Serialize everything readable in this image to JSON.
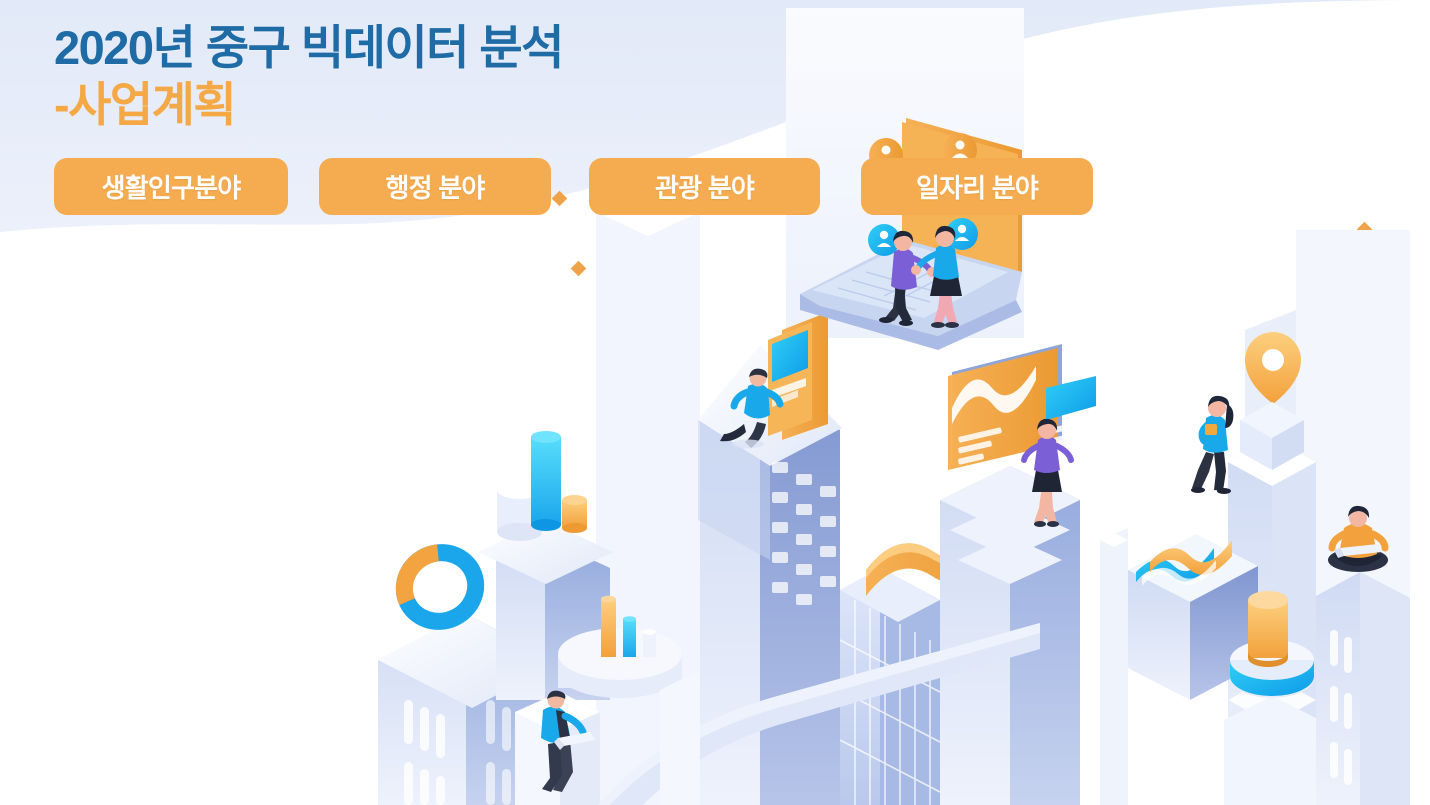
{
  "header": {
    "title_line1": "2020년 중구 빅데이터 분석",
    "title_line2": "-사업계획",
    "title_color": "#1f6ba6",
    "subtitle_color": "#f5a846"
  },
  "tabs": [
    {
      "label": "생활인구분야",
      "name": "tab-living-population"
    },
    {
      "label": "행정 분야",
      "name": "tab-administration"
    },
    {
      "label": "관광 분야",
      "name": "tab-tourism"
    },
    {
      "label": "일자리 분야",
      "name": "tab-jobs"
    }
  ],
  "theme": {
    "background_top": "#e4eaf7",
    "background_bottom": "#ffffff",
    "tab_background": "#f5ab4f",
    "tab_text": "#ffffff",
    "accent_orange": "#f5a846",
    "accent_cyan": "#18b4f0",
    "building_blue": "#93a9dd",
    "building_light": "#e7ecfa"
  },
  "illustration": {
    "alt": "isometric-data-city",
    "elements": [
      {
        "name": "laptop-with-two-people",
        "icons": "user-badge-icon"
      },
      {
        "name": "donut-chart-ring"
      },
      {
        "name": "bar-cylinder-group"
      },
      {
        "name": "map-pin-icon"
      },
      {
        "name": "area-chart-rooftop"
      },
      {
        "name": "dashboard-panel-wave-chart"
      },
      {
        "name": "person-running"
      },
      {
        "name": "person-sitting-with-laptop"
      },
      {
        "name": "person-seated-with-mug"
      },
      {
        "name": "person-crosslegged-laptop"
      },
      {
        "name": "pie-cylinder-3d"
      },
      {
        "name": "dotted-guide-lines-with-diamonds"
      }
    ]
  }
}
